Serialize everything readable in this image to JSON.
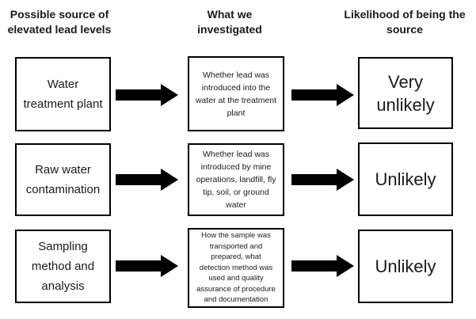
{
  "diagram": {
    "headers": {
      "source": "Possible source of\nelevated lead levels",
      "investigated": "What we\ninvestigated",
      "likelihood": "Likelihood of being the\nsource"
    },
    "rows": [
      {
        "source": "Water\ntreatment plant",
        "investigated": "Whether lead was\nintroduced into the\nwater at the treatment\nplant",
        "likelihood": "Very\nunlikely"
      },
      {
        "source": "Raw water\ncontamination",
        "investigated": "Whether lead was\nintroduced by mine\noperations, landfill, fly\ntip, soil, or ground\nwater",
        "likelihood": "Unlikely"
      },
      {
        "source": "Sampling\nmethod and\nanalysis",
        "investigated": "How the sample was\ntransported and\nprepared, what\ndetection method was\nused and quality\nassurance of procedure\nand documentation",
        "likelihood": "Unlikely"
      }
    ],
    "colors": {
      "ink": "#1a1a1a",
      "arrow": "#000000",
      "background": "#ffffff"
    }
  }
}
